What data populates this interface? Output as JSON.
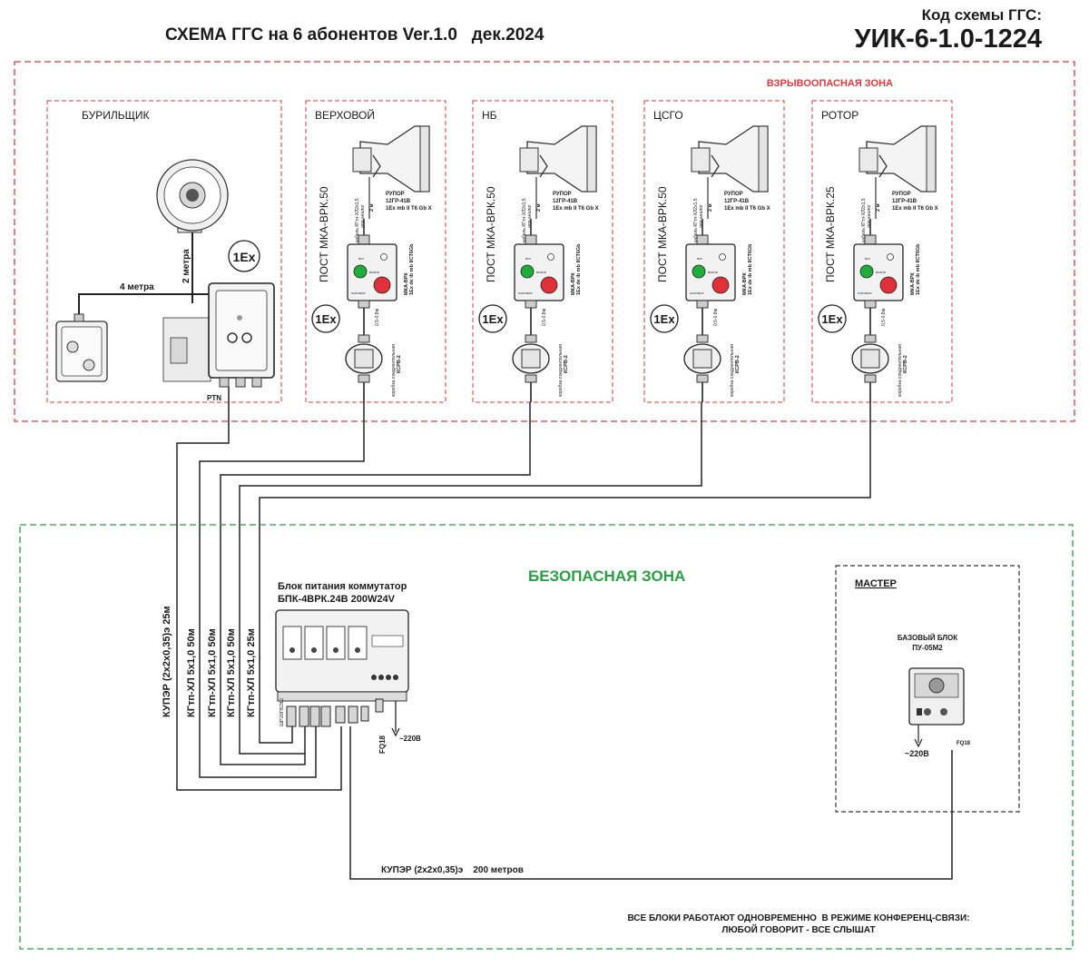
{
  "header": {
    "title": "СХЕМА ГГС на 6 абонентов Ver.1.0   дек.2024",
    "code_label": "Код схемы ГГС:",
    "code_value": "УИК-6-1.0-1224"
  },
  "colors": {
    "hazard_zone": "#e03a3a",
    "safe_zone": "#27a142",
    "line": "#222222",
    "box_fill": "#eeeeee",
    "green_button": "#1fae3a",
    "red_button": "#e0313a"
  },
  "hazard_zone": {
    "title": "ВЗРЫВООПАСНАЯ ЗОНА",
    "driller": {
      "name": "БУРИЛЬЩИК",
      "ex_mark": "1Ex",
      "cable_4m": "4 метра",
      "cable_2m": "2 метра",
      "ptn_label": "PTN"
    },
    "posts": [
      {
        "name": "ВЕРХОВОЙ",
        "post_label": "ПОСТ МКА-ВРК.50"
      },
      {
        "name": "НБ",
        "post_label": "ПОСТ МКА-ВРК.50"
      },
      {
        "name": "ЦСГО",
        "post_label": "ПОСТ МКА-ВРК.50"
      },
      {
        "name": "РОТОР",
        "post_label": "ПОСТ МКА-ВРК.25"
      }
    ],
    "post_texts": {
      "horn_title": "РУПОР",
      "horn_model": "12ГР-41В",
      "horn_ex": "1Ex mb II T6 Gb X",
      "cable_spec": "кабель КГтп-ХЛ2х1,5",
      "cable_note": "или аналог",
      "cable_len": "2 м",
      "mka_model": "МКА-ВРК",
      "mka_ex": "1Ex de ib mb IICT6Gb",
      "length_range": "0,5-0,8м",
      "junction": "коробка соединительная",
      "junction_model": "КСРВ-2",
      "ex_mark": "1Ex",
      "btn_green_label": "ВЫЗОВ",
      "btn_red_label": "РАЗГОВОР",
      "btn_top_label": "ВКЛ"
    }
  },
  "safe_zone": {
    "title": "БЕЗОПАСНАЯ ЗОНА",
    "bpk_title_1": "Блок питания коммутатор",
    "bpk_title_2": "БПК-4ВРК.24В 200W24V",
    "cables": [
      "КУПЭР (2х2х0,35)э 25м",
      "КГтп-ХЛ 5х1,0 50м",
      "КГтп-ХЛ 5х1,0 50м",
      "КГтп-ХЛ 5х1,0 50м",
      "КГтп-ХЛ 5х1,0 25м"
    ],
    "bpk_labels": {
      "connector": "ШР20П5ЭШ",
      "fq18": "FQ18",
      "power": "~220В"
    },
    "master": {
      "title": "МАСТЕР",
      "base_unit_1": "БАЗОВЫЙ БЛОК",
      "base_unit_2": "ПУ-05М2",
      "power": "~220В",
      "fq18": "FQ18"
    },
    "long_cable": "КУПЭР (2х2х0,35)э    200 метров",
    "note_1": "ВСЕ БЛОКИ РАБОТАЮТ ОДНОВРЕМЕННО  В РЕЖИМЕ КОНФЕРЕНЦ-СВЯЗИ:",
    "note_2": "ЛЮБОЙ ГОВОРИТ - ВСЕ СЛЫШАТ"
  }
}
